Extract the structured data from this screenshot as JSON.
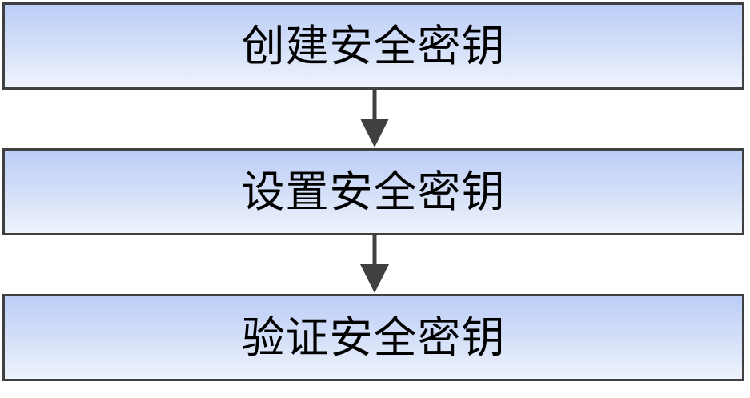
{
  "steps": [
    {
      "label": "创建安全密钥"
    },
    {
      "label": "设置安全密钥"
    },
    {
      "label": "验证安全密钥"
    }
  ],
  "colors": {
    "box_border": "#404040",
    "box_fill_top": "#bccdf7",
    "box_fill_bottom": "#eef3fd",
    "arrow": "#404040",
    "text": "#000000"
  }
}
